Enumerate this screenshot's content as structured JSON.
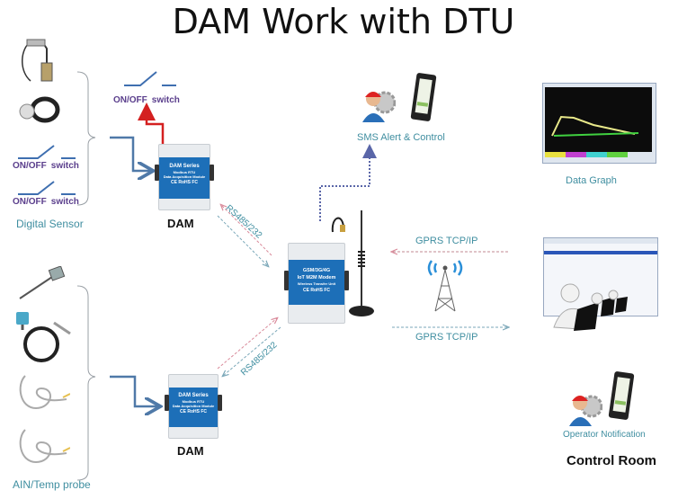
{
  "title": "DAM Work with DTU",
  "digital_sensors": {
    "group_label": "Digital Sensor",
    "items": [
      {
        "icon": "float-level-sensor-icon"
      },
      {
        "icon": "cable-sensor-icon"
      },
      {
        "icon": "switch-icon",
        "label_a": "ON/OFF",
        "label_b": "switch"
      },
      {
        "icon": "switch-icon",
        "label_a": "ON/OFF",
        "label_b": "switch"
      }
    ]
  },
  "output_switch": {
    "label_a": "ON/OFF",
    "label_b": "switch"
  },
  "analog_sensors": {
    "group_label": "AIN/Temp probe",
    "items": [
      {
        "icon": "thermocouple-probe-icon"
      },
      {
        "icon": "pressure-transmitter-icon"
      },
      {
        "icon": "temp-probe-icon"
      },
      {
        "icon": "temp-probe-icon"
      }
    ]
  },
  "dam_top": {
    "label": "DAM",
    "device_lines": [
      "DAM Series",
      "Modbus RTU",
      "Data Acquisition Module",
      "CE RoHS FC"
    ]
  },
  "dam_bottom": {
    "label": "DAM",
    "device_lines": [
      "DAM Series",
      "Modbus RTU",
      "Data Acquisition Module",
      "CE RoHS FC"
    ]
  },
  "links": {
    "rs485_top": "RS485/232",
    "rs485_bottom": "RS485/232",
    "gprs_in": "GPRS TCP/IP",
    "gprs_out": "GPRS TCP/IP"
  },
  "dtu": {
    "device_lines": [
      "GSM/3G/4G",
      "IoT M2M Modem",
      "Wireless Transfer Unit",
      "CE RoHS FC"
    ]
  },
  "sms": {
    "label": "SMS Alert & Control"
  },
  "data_graph": {
    "label": "Data Graph"
  },
  "operator": {
    "label": "Operator Notification"
  },
  "control_room": {
    "label": "Control Room"
  },
  "colors": {
    "device_blue": "#1d6fb8",
    "line_blue": "#4f79a8",
    "red_arrow": "#d42020",
    "teal_text": "#3f8ea0",
    "switch_purple": "#5a3e8c"
  }
}
